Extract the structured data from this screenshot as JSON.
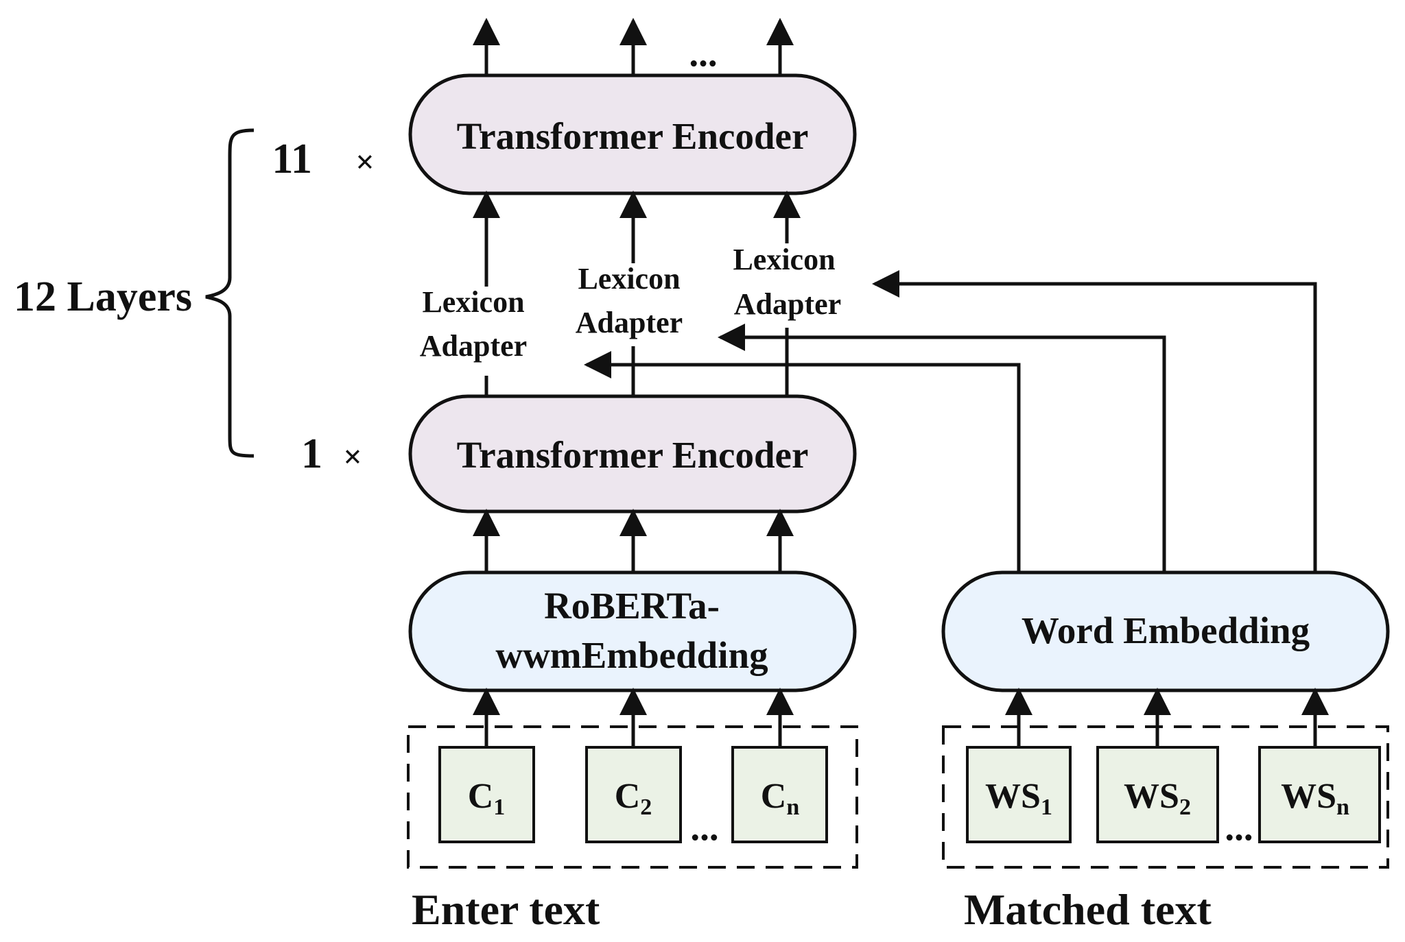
{
  "diagram": {
    "encoders": {
      "top_label": "Transformer Encoder",
      "bottom_label": "Transformer Encoder",
      "top_multiplier": "11",
      "bottom_multiplier": "1",
      "times_symbol": "×",
      "fill": "#ede6ee"
    },
    "stack_label": "12 Layers",
    "top_ellipsis": "...",
    "lexicon_adapter": {
      "line1": "Lexicon",
      "line2": "Adapter"
    },
    "embeddings": {
      "roberta_line1": "RoBERTa-",
      "roberta_line2": "wwmEmbedding",
      "word": "Word Embedding",
      "fill": "#eaf3fd"
    },
    "input_tokens": {
      "chars": [
        {
          "base": "C",
          "sub": "1"
        },
        {
          "base": "C",
          "sub": "2"
        },
        {
          "base": "C",
          "sub": "n"
        }
      ],
      "words": [
        {
          "base": "WS",
          "sub": "1"
        },
        {
          "base": "WS",
          "sub": "2"
        },
        {
          "base": "WS",
          "sub": "n"
        }
      ],
      "ellipsis": "...",
      "fill": "#ebf2e6"
    },
    "footer": {
      "enter": "Enter text",
      "matched": "Matched text"
    }
  }
}
